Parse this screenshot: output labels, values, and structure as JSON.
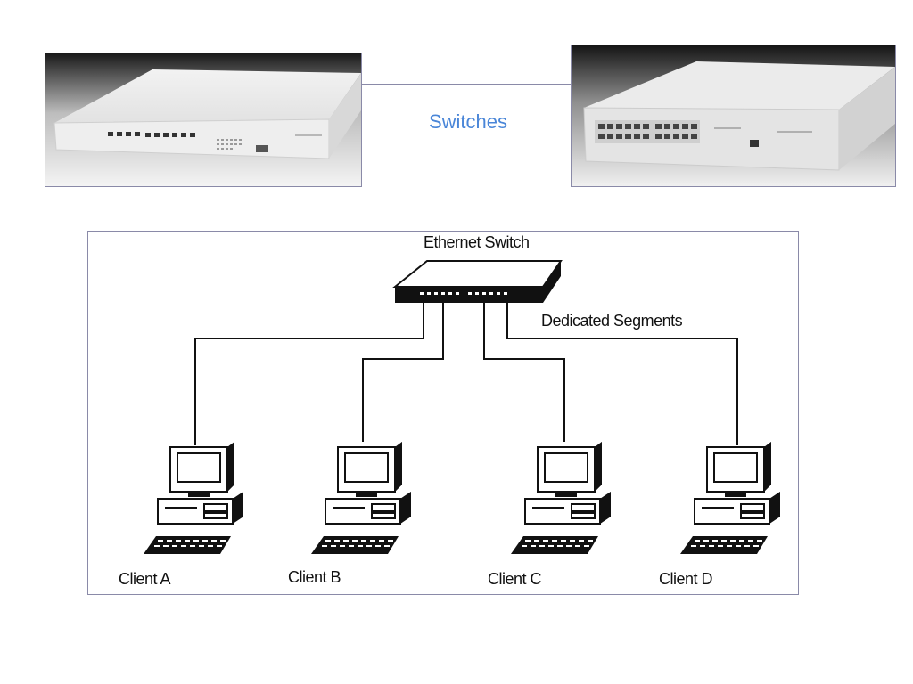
{
  "title": "Switches",
  "diagram": {
    "switch_label": "Ethernet Switch",
    "segments_label": "Dedicated Segments",
    "clients": [
      {
        "label": "Client A"
      },
      {
        "label": "Client B"
      },
      {
        "label": "Client C"
      },
      {
        "label": "Client D"
      }
    ]
  },
  "colors": {
    "title": "#4a86d8",
    "frame_border": "#8a8aa8",
    "diagram_ink": "#111111"
  },
  "icons": {
    "photo_left": "switch-device-icon",
    "photo_right": "switch-device-icon",
    "client": "desktop-computer-icon"
  }
}
